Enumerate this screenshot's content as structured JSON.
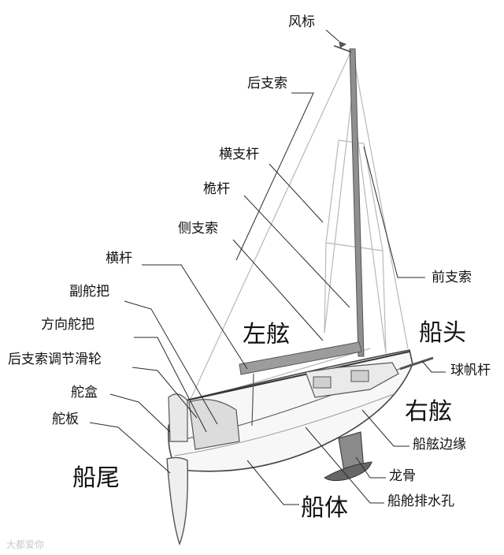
{
  "labels": {
    "wind_vane": "风标",
    "backstay": "后支索",
    "spreader": "横支杆",
    "mast": "桅杆",
    "shroud": "侧支索",
    "forestay": "前支索",
    "boom": "横杆",
    "tiller_extension": "副舵把",
    "tiller": "方向舵把",
    "backstay_adjuster": "后支索调节滑轮",
    "rudder_box": "舵盒",
    "rudder_blade": "舵板",
    "port": "左舷",
    "bow": "船头",
    "bowsprit": "球帆杆",
    "starboard": "右舷",
    "gunwale": "船舷边缘",
    "keel": "龙骨",
    "stern": "船尾",
    "hull": "船体",
    "cockpit_drain": "船舱排水孔"
  },
  "watermark": "大都爱你"
}
